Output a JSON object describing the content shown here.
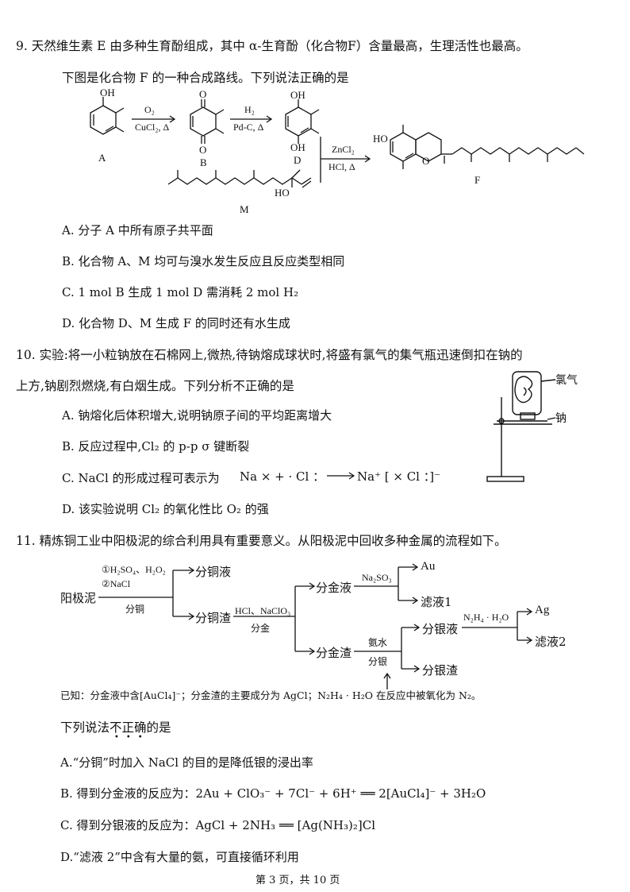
{
  "q9": {
    "stem1": "9. 天然维生素 E 由多种生育酚组成，其中 α-生育酚（化合物F）含量最高，生理活性也最高。",
    "stem2": "下图是化合物 F 的一种合成路线。下列说法正确的是",
    "scheme": {
      "A": "A",
      "B": "B",
      "D": "D",
      "M": "M",
      "F": "F",
      "step1_top": "O₂",
      "step1_bottom": "CuCl₂, Δ",
      "step2_top": "H₂",
      "step2_bottom": "Pd-C, Δ",
      "step3_top": "ZnCl₂",
      "step3_bottom": "HCl, Δ",
      "OH": "OH",
      "O": "O",
      "HO": "HO"
    },
    "options": [
      "A. 分子 A 中所有原子共平面",
      "B. 化合物 A、M 均可与溴水发生反应且反应类型相同",
      "C.  1 mol B 生成 1 mol D 需消耗 2 mol H₂",
      "D. 化合物 D、M 生成 F 的同时还有水生成"
    ]
  },
  "q10": {
    "stem1": "10. 实验:将一小粒钠放在石棉网上,微热,待钠熔成球状时,将盛有氯气的集气瓶迅速倒扣在钠的",
    "stem2": "上方,钠剧烈燃烧,有白烟生成。下列分析不正确的是",
    "apparatus_label_top": "氯气",
    "apparatus_label_bottom": "钠",
    "options": [
      "A. 钠熔化后体积增大,说明钠原子间的平均距离增大",
      "B. 反应过程中,Cl₂ 的 p-p σ 键断裂",
      "C. NaCl 的形成过程可表示为",
      "D. 该实验说明 Cl₂ 的氧化性比 O₂ 的强"
    ],
    "formation_left": "Na × + · Cl ：",
    "formation_right": "Na⁺ [ × Cl ：]⁻"
  },
  "q11": {
    "stem": "11. 精炼铜工业中阳极泥的综合利用具有重要意义。从阳极泥中回收多种金属的流程如下。",
    "flow": {
      "start": "阳极泥",
      "reagent1a": "①H₂SO₄、H₂O₂",
      "reagent1b": "②NaCl",
      "op1": "分铜",
      "liquid1": "分铜液",
      "residue1": "分铜渣",
      "reagent2": "HCl、NaClO₃",
      "op2": "分金",
      "liquid2": "分金液",
      "residue2": "分金渣",
      "reagent3": "Na₂SO₃",
      "au": "Au",
      "filtrate1": "滤液1",
      "reagent4": "氨水",
      "op4": "分银",
      "liquid4": "分银液",
      "residue4": "分银渣",
      "reagent5": "N₂H₄ · H₂O",
      "ag": "Ag",
      "filtrate2": "滤液2"
    },
    "known": "已知：分金液中含[AuCl₄]⁻；分金渣的主要成分为 AgCl；N₂H₄ · H₂O 在反应中被氧化为 N₂。",
    "question": "下列说法不正确的是",
    "options": [
      "A.“分铜”时加入 NaCl 的目的是降低银的浸出率",
      "B. 得到分金液的反应为：2Au + ClO₃⁻ + 7Cl⁻ + 6H⁺ ══ 2[AuCl₄]⁻ + 3H₂O",
      "C. 得到分银液的反应为：AgCl + 2NH₃ ══ [Ag(NH₃)₂]Cl",
      "D.“滤液 2”中含有大量的氨，可直接循环利用"
    ]
  },
  "footer": "第 3 页，共 10 页"
}
